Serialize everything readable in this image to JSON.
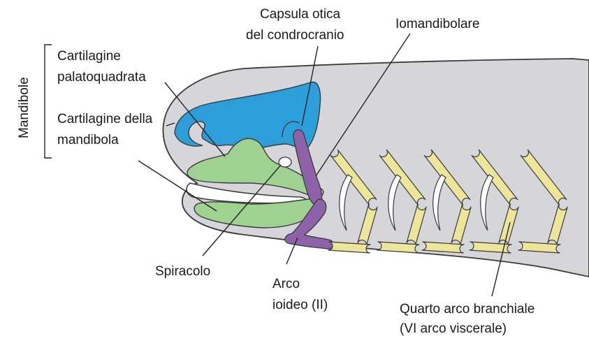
{
  "labels": {
    "group_bracket": "Mandibole",
    "palatoquadrate": [
      "Cartilagine",
      "palatoquadrata"
    ],
    "mandible": [
      "Cartilagine della",
      "mandibola"
    ],
    "otic_capsule": [
      "Capsula otica",
      "del condrocranio"
    ],
    "hyomandibular": "Iomandibolare",
    "spiracle": "Spiracolo",
    "hyoid_arch": [
      "Arco",
      "ioideo (II)"
    ],
    "fourth_branchial_arch": [
      "Quarto arco branchiale",
      "(VI arco viscerale)"
    ]
  },
  "colors": {
    "body": "#d6d5da",
    "chondrocranium": "#2c9fdb",
    "jaw_cartilage": "#9fd191",
    "hyoid": "#8e62a8",
    "branchial_arches": "#ede59a",
    "outline": "#3a3a3a"
  }
}
